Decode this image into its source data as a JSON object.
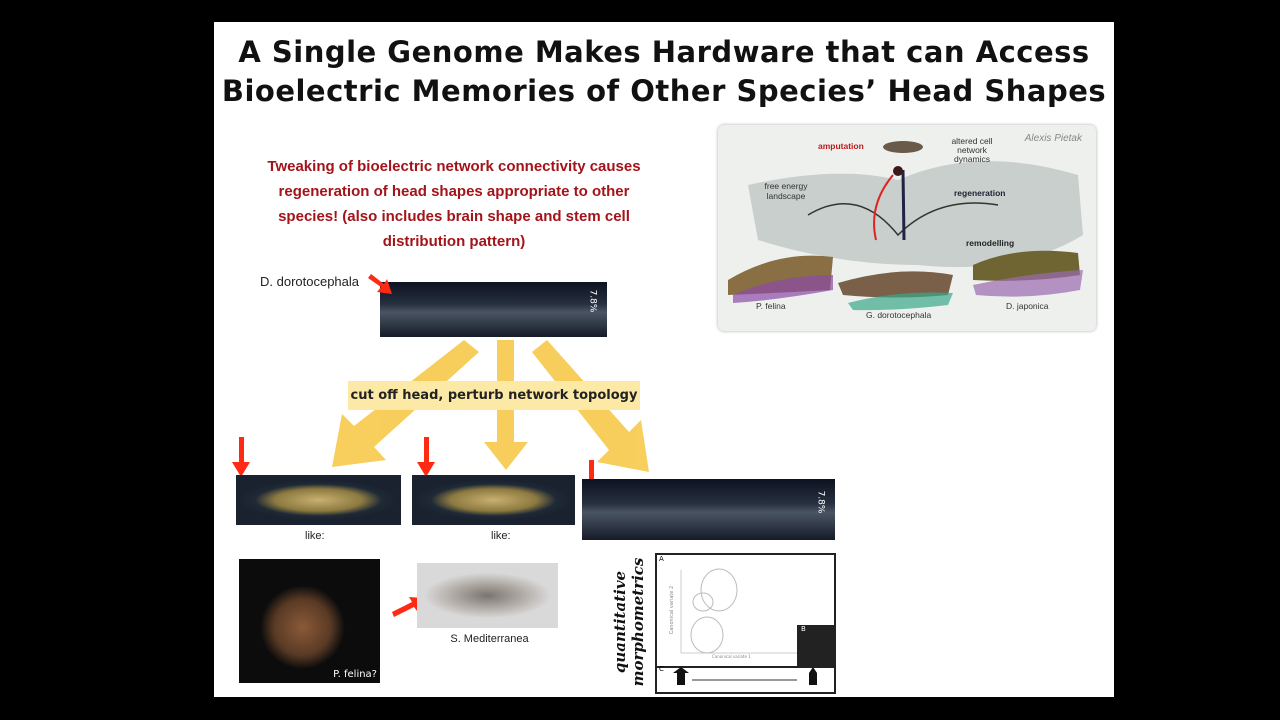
{
  "title": {
    "line1": "A Single Genome Makes Hardware that can Access",
    "line2": "Bioelectric Memories of Other Species’ Head Shapes"
  },
  "description": [
    "Tweaking of bioelectric network connectivity causes",
    "regeneration of head shapes appropriate to other",
    "species! (also includes brain shape and stem cell",
    "distribution pattern)"
  ],
  "species_label": "D. dorotocephala",
  "scale_label": "7.8%",
  "procedure_label": "cut off head, perturb network topology",
  "like_labels": [
    "like:",
    "like:"
  ],
  "photo_labels": {
    "felina": "P. felina?",
    "mediterranea": "S. Mediterranea"
  },
  "morphometrics": [
    "quantitative",
    "morphometrics"
  ],
  "figure": {
    "credit": "Alexis Pietak",
    "amputation": "amputation",
    "altered": "altered cell network dynamics",
    "landscape": "free energy landscape",
    "regeneration": "regeneration",
    "remodelling": "remodelling",
    "species": [
      "P. felina",
      "G. dorotocephala",
      "D. japonica"
    ]
  },
  "chart": {
    "panels": [
      "A",
      "B",
      "C"
    ],
    "xlabel": "Canonical variate 1",
    "ylabel": "Canonical variate 2"
  },
  "colors": {
    "red_text": "#a3141a",
    "arrow_yellow": "#f7c94a",
    "arrow_red": "#ff2a14",
    "box": "#fbe9a5"
  }
}
